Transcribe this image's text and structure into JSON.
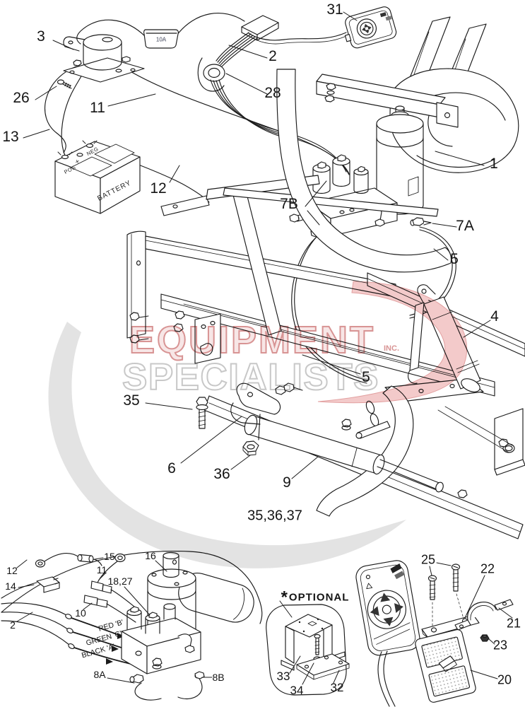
{
  "watermark": {
    "line1": "EQUIPMENT",
    "line2": "SPECIALISTS",
    "inc": "INC."
  },
  "main": {
    "fuse_label": "10A",
    "battery": {
      "brand": "BATTERY",
      "pos": "POS",
      "plus": "+",
      "neg": "NEG"
    },
    "callouts": {
      "n31": "31",
      "n3": "3",
      "n2": "2",
      "n26": "26",
      "n11": "11",
      "n28": "28",
      "n13": "13",
      "n12": "12",
      "n1": "1",
      "n7b": "7B",
      "n7a": "7A",
      "n5_upper": "5",
      "n4": "4",
      "n5_lower": "5",
      "n35": "35",
      "n6": "6",
      "n36": "36",
      "n9": "9"
    },
    "group_note": "35,36,37"
  },
  "pump_detail": {
    "callouts": {
      "n15": "15",
      "n16": "16",
      "n11": "11",
      "n12": "12",
      "n14": "14",
      "n18_27": "18,27",
      "n10": "10",
      "n2": "2",
      "n8a": "8A",
      "n8b": "8B"
    },
    "wires": {
      "red": "RED 'B'",
      "green": "GREEN 'C'",
      "black": "BLACK 'A'"
    }
  },
  "optional_bracket": {
    "star": "*",
    "title": "OPTIONAL",
    "callouts": {
      "n33": "33",
      "n34": "34",
      "n32": "32"
    }
  },
  "controller": {
    "callouts": {
      "n25": "25",
      "n22": "22",
      "n21": "21",
      "n23": "23",
      "n20": "20"
    }
  }
}
